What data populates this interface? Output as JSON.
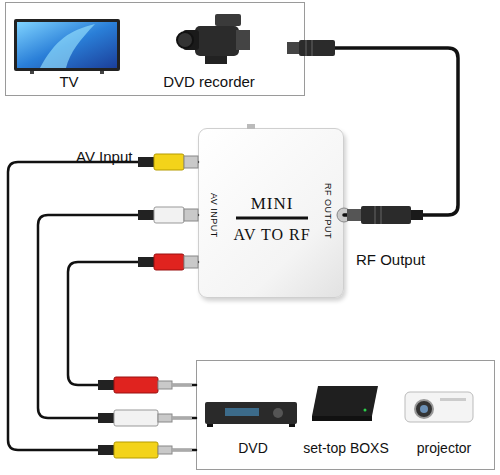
{
  "diagram": {
    "nodes": [
      {
        "text": [
          "TV",
          "DVD recorder"
        ]
      },
      {
        "text": [
          "MINI",
          "AV TO RF",
          "AV INPUT",
          "RF OUTPUT"
        ]
      },
      {
        "text": [
          "DVD",
          "set-top BOXS",
          "projector"
        ]
      }
    ],
    "edges": [
      {
        "from": 1,
        "to": 0,
        "arrow": "none"
      },
      {
        "from": 1,
        "to": 2,
        "arrow": "none"
      },
      {
        "from": 1,
        "to": 2,
        "arrow": "none"
      },
      {
        "from": 1,
        "to": 2,
        "arrow": "none"
      }
    ],
    "labels": [
      "AV Input",
      "RF Output"
    ]
  }
}
